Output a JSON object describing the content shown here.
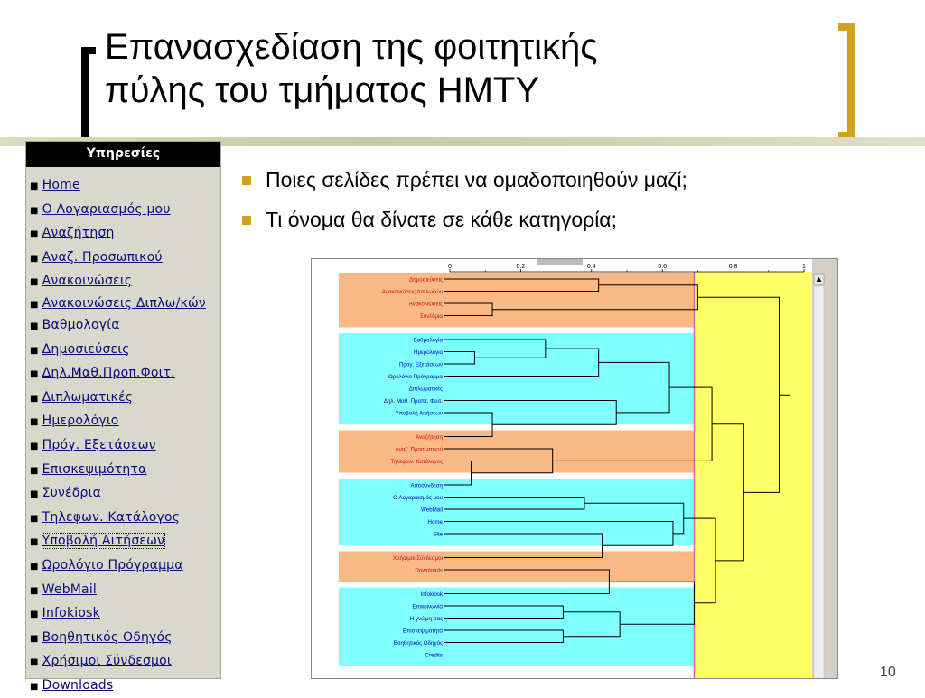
{
  "title": {
    "line1": "Επανασχεδίαση της φοιτητικής",
    "line2": "πύλης του τμήματος ΗΜΤΥ"
  },
  "services": {
    "header": "Υπηρεσίες",
    "items": [
      "Home",
      "Ο Λογαριασμός μου",
      "Αναζήτηση",
      "Αναζ. Προσωπικού",
      "Ανακοινώσεις",
      "Ανακοινώσεις Διπλω/κών",
      "Βαθμολογία",
      "Δημοσιεύσεις",
      "Δηλ.Μαθ.Προπ.Φοιτ.",
      "Διπλωματικές",
      "Ημερολόγιο",
      "Πρόγ. Εξετάσεων",
      "Επισκεψιμότητα",
      "Συνέδρια",
      "Τηλεφων. Κατάλογος",
      "Υποβολή Αιτήσεων",
      "Ωρολόγιο Πρόγραμμα",
      "WebMail",
      "Infokiosk",
      "Βοηθητικός Οδηγός",
      "Χρήσιμοι Σύνδεσμοι",
      "Downloads"
    ]
  },
  "bullets": [
    "Ποιες σελίδες πρέπει να ομαδοποιηθούν μαζί;",
    "Τι όνομα θα δίνατε σε κάθε κατηγορία;"
  ],
  "colors": {
    "accent": "#d4a020",
    "cluster_orange": "#f9b984",
    "cluster_cyan": "#80ffff",
    "threshold_yellow": "#ffff66"
  },
  "chart_data": {
    "type": "dendrogram",
    "x_ticks": [
      "0",
      "0.2",
      "0.4",
      "0.6",
      "0.8",
      "1"
    ],
    "xlim": [
      0,
      1
    ],
    "cut_threshold": 0.69,
    "clusters": [
      {
        "color": "orange",
        "leaves": [
          "Δημοσιεύσεις",
          "Ανακοινώσεις Διπλωκών",
          "Ανακοινώσεις",
          "Συνέδρια"
        ]
      },
      {
        "color": "cyan",
        "leaves": [
          "Βαθμολογία",
          "Ημερολόγιο",
          "Προγ. Εξετάσεων",
          "Ωρολόγιο Πρόγραμμα",
          "Διπλωματικές",
          "Δηλ. Μαθ. Προπτ. Φοιτ.",
          "Υποβολή Αιτήσεων"
        ]
      },
      {
        "color": "orange",
        "leaves": [
          "Αναζήτηση",
          "Αναζ. Προσωπικού",
          "Τηλεφων. Κατάλογος"
        ]
      },
      {
        "color": "cyan",
        "leaves": [
          "Αποσύνδεση",
          "Ο Λογαριασμός μου",
          "WebMail",
          "Home",
          "Site"
        ]
      },
      {
        "color": "orange",
        "leaves": [
          "Χρήσιμοι Σύνδεσμοι",
          "Downloads"
        ]
      },
      {
        "color": "cyan",
        "leaves": [
          "Infokiosk",
          "Επικοινωνία",
          "Η γνώμη σας",
          "Επισκεψιμότητα",
          "Βοηθητικός Οδηγός",
          "Credits"
        ]
      }
    ],
    "merges": [
      {
        "a": 0,
        "b": 1,
        "h": 0.42
      },
      {
        "a": 2,
        "b": 3,
        "h": 0.12
      },
      {
        "a": "m0",
        "b": "m1",
        "h": 0.7
      },
      {
        "a": 5,
        "b": 6,
        "h": 0.07
      },
      {
        "a": 4,
        "b": "m3",
        "h": 0.27
      },
      {
        "a": "m4",
        "b": 7,
        "h": 0.42
      },
      {
        "a": 10,
        "b": 11,
        "h": 0.12
      },
      {
        "a": 9,
        "b": "m6",
        "h": 0.47
      },
      {
        "a": "m5",
        "b": "m7",
        "h": 0.62
      },
      {
        "a": 13,
        "b": 14,
        "h": 0.06
      },
      {
        "a": 12,
        "b": "m9",
        "h": 0.29
      },
      {
        "a": 15,
        "b": 16,
        "h": 0.38
      },
      {
        "a": 18,
        "b": 19,
        "h": 0.43
      },
      {
        "a": 17,
        "b": "m12",
        "h": 0.63
      },
      {
        "a": "m11",
        "b": "m13",
        "h": 0.66
      },
      {
        "a": 20,
        "b": 21,
        "h": 0.45
      },
      {
        "a": 22,
        "b": 23,
        "h": 0.32
      },
      {
        "a": 24,
        "b": 25,
        "h": 0.32
      },
      {
        "a": "m16",
        "b": "m17",
        "h": 0.48
      },
      {
        "a": "m15",
        "b": "m18",
        "h": 0.69
      },
      {
        "a": "m8",
        "b": "m10",
        "h": 0.74
      },
      {
        "a": "m14",
        "b": "m19",
        "h": 0.75
      },
      {
        "a": "m20",
        "b": "m21",
        "h": 0.83
      },
      {
        "a": "m2",
        "b": "m22",
        "h": 0.93
      }
    ]
  },
  "page_number": "10"
}
